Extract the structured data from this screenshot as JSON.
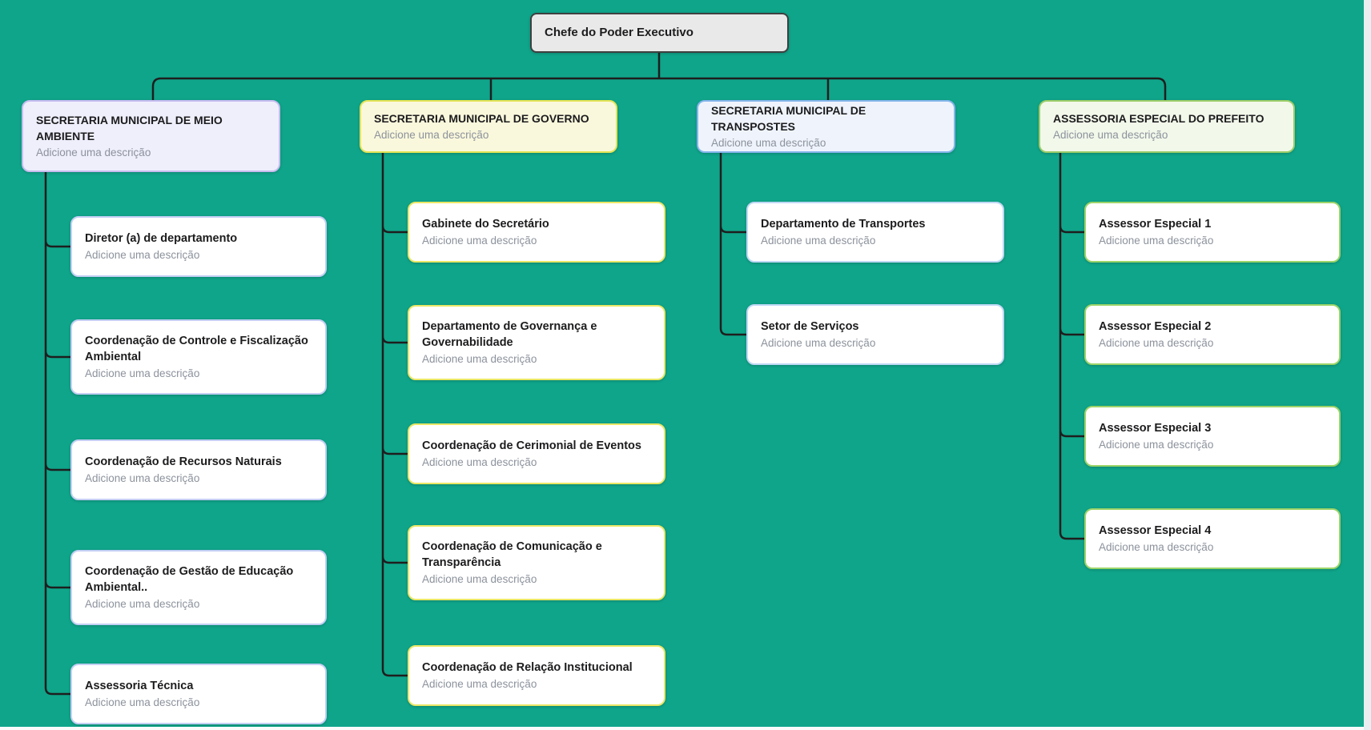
{
  "canvas": {
    "background": "#0FA58A",
    "connector_color": "#1E1E1E",
    "scrollbar_color": "#E9EEF0"
  },
  "root": {
    "title": "Chefe do Poder Executivo",
    "fill": "#E9E9E9",
    "border": "#3F3F3F"
  },
  "columns": [
    {
      "parent": {
        "title": "SECRETARIA MUNICIPAL DE MEIO AMBIENTE",
        "subtitle": "Adicione uma descrição",
        "fill": "#EFEFFC",
        "border": "#C7BCEF"
      },
      "child_border": "#C3CFF4",
      "children": [
        {
          "title": "Diretor (a) de departamento",
          "subtitle": "Adicione uma descrição"
        },
        {
          "title": "Coordenação de Controle e Fiscalização Ambiental",
          "subtitle": "Adicione uma descrição"
        },
        {
          "title": "Coordenação de Recursos Naturais",
          "subtitle": "Adicione uma descrição"
        },
        {
          "title": "Coordenação de Gestão de Educação Ambiental..",
          "subtitle": "Adicione uma descrição"
        },
        {
          "title": "Assessoria Técnica",
          "subtitle": "Adicione uma descrição"
        }
      ]
    },
    {
      "parent": {
        "title": "SECRETARIA MUNICIPAL DE GOVERNO",
        "subtitle": "Adicione uma descrição",
        "fill": "#FAF8DC",
        "border": "#E4E455"
      },
      "child_border": "#EAE766",
      "children": [
        {
          "title": "Gabinete do Secretário",
          "subtitle": "Adicione uma descrição"
        },
        {
          "title": "Departamento de Governança e Governabilidade",
          "subtitle": "Adicione uma descrição"
        },
        {
          "title": "Coordenação de Cerimonial de Eventos",
          "subtitle": "Adicione uma descrição"
        },
        {
          "title": "Coordenação de Comunicação e Transparência",
          "subtitle": "Adicione uma descrição"
        },
        {
          "title": "Coordenação de Relação Institucional",
          "subtitle": "Adicione uma descrição"
        }
      ]
    },
    {
      "parent": {
        "title": "SECRETARIA MUNICIPAL DE TRANSPOSTES",
        "subtitle": "Adicione uma descrição",
        "fill": "#EFF4FC",
        "border": "#85B5EC"
      },
      "child_border": "#BFD8F4",
      "children": [
        {
          "title": "Departamento de Transportes",
          "subtitle": "Adicione uma descrição"
        },
        {
          "title": "Setor de Serviços",
          "subtitle": "Adicione uma descrição"
        }
      ]
    },
    {
      "parent": {
        "title": "ASSESSORIA ESPECIAL DO PREFEITO",
        "subtitle": "Adicione uma descrição",
        "fill": "#F2F8EA",
        "border": "#9CCD68"
      },
      "child_border": "#9CD468",
      "children": [
        {
          "title": "Assessor Especial 1",
          "subtitle": "Adicione uma descrição"
        },
        {
          "title": "Assessor Especial 2",
          "subtitle": "Adicione uma descrição"
        },
        {
          "title": "Assessor Especial 3",
          "subtitle": "Adicione uma descrição"
        },
        {
          "title": "Assessor Especial 4",
          "subtitle": "Adicione uma descrição"
        }
      ]
    }
  ]
}
